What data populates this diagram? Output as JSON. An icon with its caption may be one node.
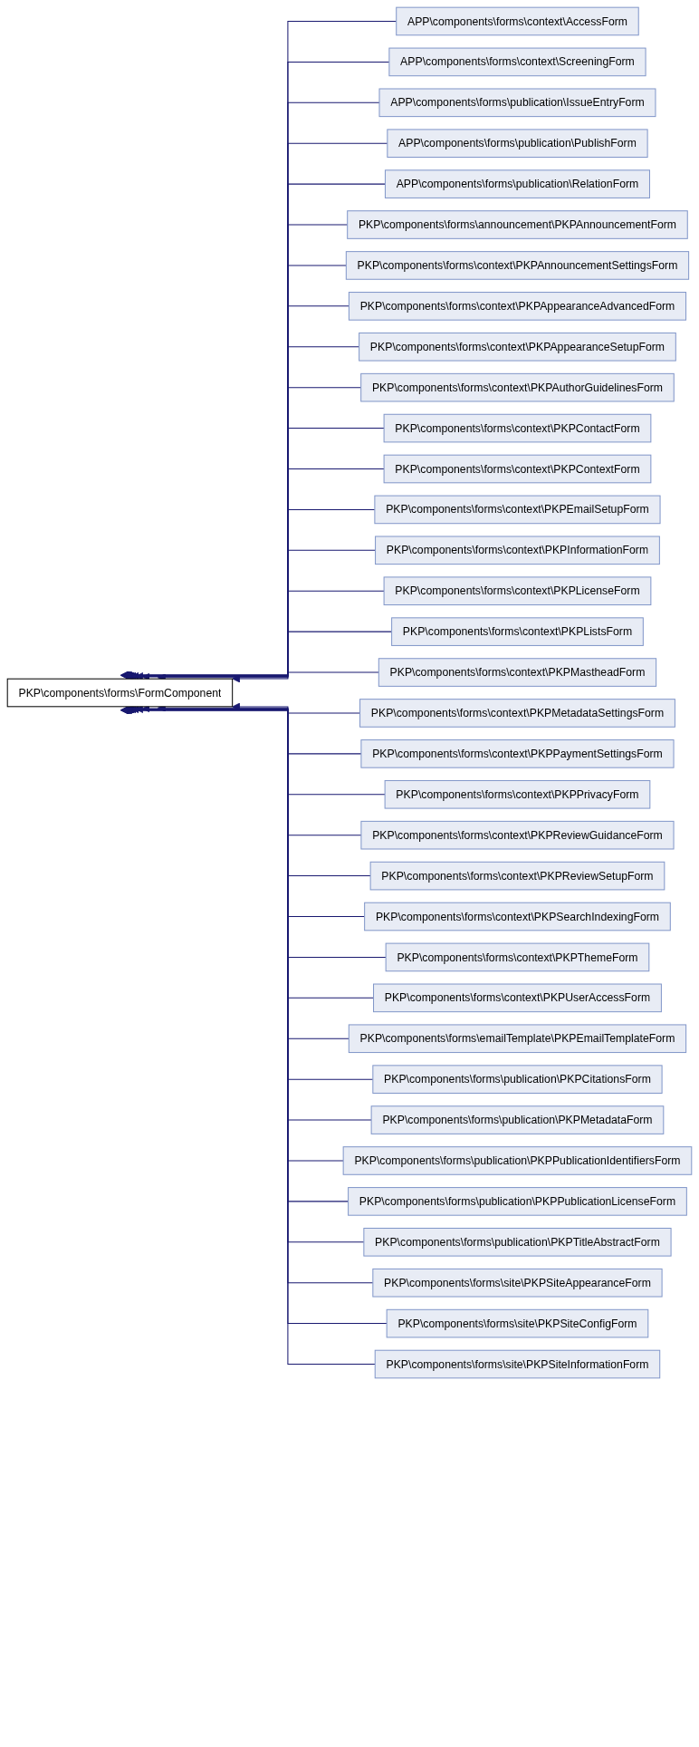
{
  "diagram": {
    "nodes": [
      {
        "text": [
          "PKP\\components\\forms\\FormComponent"
        ]
      },
      {
        "text": [
          "APP\\components\\forms\\context\\AccessForm"
        ]
      },
      {
        "text": [
          "APP\\components\\forms\\context\\ScreeningForm"
        ]
      },
      {
        "text": [
          "APP\\components\\forms\\publication\\IssueEntryForm"
        ]
      },
      {
        "text": [
          "APP\\components\\forms\\publication\\PublishForm"
        ]
      },
      {
        "text": [
          "APP\\components\\forms\\publication\\RelationForm"
        ]
      },
      {
        "text": [
          "PKP\\components\\forms\\announcement\\PKPAnnouncementForm"
        ]
      },
      {
        "text": [
          "PKP\\components\\forms\\context\\PKPAnnouncementSettingsForm"
        ]
      },
      {
        "text": [
          "PKP\\components\\forms\\context\\PKPAppearanceAdvancedForm"
        ]
      },
      {
        "text": [
          "PKP\\components\\forms\\context\\PKPAppearanceSetupForm"
        ]
      },
      {
        "text": [
          "PKP\\components\\forms\\context\\PKPAuthorGuidelinesForm"
        ]
      },
      {
        "text": [
          "PKP\\components\\forms\\context\\PKPContactForm"
        ]
      },
      {
        "text": [
          "PKP\\components\\forms\\context\\PKPContextForm"
        ]
      },
      {
        "text": [
          "PKP\\components\\forms\\context\\PKPEmailSetupForm"
        ]
      },
      {
        "text": [
          "PKP\\components\\forms\\context\\PKPInformationForm"
        ]
      },
      {
        "text": [
          "PKP\\components\\forms\\context\\PKPLicenseForm"
        ]
      },
      {
        "text": [
          "PKP\\components\\forms\\context\\PKPListsForm"
        ]
      },
      {
        "text": [
          "PKP\\components\\forms\\context\\PKPMastheadForm"
        ]
      },
      {
        "text": [
          "PKP\\components\\forms\\context\\PKPMetadataSettingsForm"
        ]
      },
      {
        "text": [
          "PKP\\components\\forms\\context\\PKPPaymentSettingsForm"
        ]
      },
      {
        "text": [
          "PKP\\components\\forms\\context\\PKPPrivacyForm"
        ]
      },
      {
        "text": [
          "PKP\\components\\forms\\context\\PKPReviewGuidanceForm"
        ]
      },
      {
        "text": [
          "PKP\\components\\forms\\context\\PKPReviewSetupForm"
        ]
      },
      {
        "text": [
          "PKP\\components\\forms\\context\\PKPSearchIndexingForm"
        ]
      },
      {
        "text": [
          "PKP\\components\\forms\\context\\PKPThemeForm"
        ]
      },
      {
        "text": [
          "PKP\\components\\forms\\context\\PKPUserAccessForm"
        ]
      },
      {
        "text": [
          "PKP\\components\\forms\\emailTemplate\\PKPEmailTemplateForm"
        ]
      },
      {
        "text": [
          "PKP\\components\\forms\\publication\\PKPCitationsForm"
        ]
      },
      {
        "text": [
          "PKP\\components\\forms\\publication\\PKPMetadataForm"
        ]
      },
      {
        "text": [
          "PKP\\components\\forms\\publication\\PKPPublicationIdentifiersForm"
        ]
      },
      {
        "text": [
          "PKP\\components\\forms\\publication\\PKPPublicationLicenseForm"
        ]
      },
      {
        "text": [
          "PKP\\components\\forms\\publication\\PKPTitleAbstractForm"
        ]
      },
      {
        "text": [
          "PKP\\components\\forms\\site\\PKPSiteAppearanceForm"
        ]
      },
      {
        "text": [
          "PKP\\components\\forms\\site\\PKPSiteConfigForm"
        ]
      },
      {
        "text": [
          "PKP\\components\\forms\\site\\PKPSiteInformationForm"
        ]
      }
    ],
    "edges": [
      {
        "from": 1,
        "to": 0,
        "arrow": "to"
      },
      {
        "from": 2,
        "to": 0,
        "arrow": "to"
      },
      {
        "from": 3,
        "to": 0,
        "arrow": "to"
      },
      {
        "from": 4,
        "to": 0,
        "arrow": "to"
      },
      {
        "from": 5,
        "to": 0,
        "arrow": "to"
      },
      {
        "from": 6,
        "to": 0,
        "arrow": "to"
      },
      {
        "from": 7,
        "to": 0,
        "arrow": "to"
      },
      {
        "from": 8,
        "to": 0,
        "arrow": "to"
      },
      {
        "from": 9,
        "to": 0,
        "arrow": "to"
      },
      {
        "from": 10,
        "to": 0,
        "arrow": "to"
      },
      {
        "from": 11,
        "to": 0,
        "arrow": "to"
      },
      {
        "from": 12,
        "to": 0,
        "arrow": "to"
      },
      {
        "from": 13,
        "to": 0,
        "arrow": "to"
      },
      {
        "from": 14,
        "to": 0,
        "arrow": "to"
      },
      {
        "from": 15,
        "to": 0,
        "arrow": "to"
      },
      {
        "from": 16,
        "to": 0,
        "arrow": "to"
      },
      {
        "from": 17,
        "to": 0,
        "arrow": "to"
      },
      {
        "from": 18,
        "to": 0,
        "arrow": "to"
      },
      {
        "from": 19,
        "to": 0,
        "arrow": "to"
      },
      {
        "from": 20,
        "to": 0,
        "arrow": "to"
      },
      {
        "from": 21,
        "to": 0,
        "arrow": "to"
      },
      {
        "from": 22,
        "to": 0,
        "arrow": "to"
      },
      {
        "from": 23,
        "to": 0,
        "arrow": "to"
      },
      {
        "from": 24,
        "to": 0,
        "arrow": "to"
      },
      {
        "from": 25,
        "to": 0,
        "arrow": "to"
      },
      {
        "from": 26,
        "to": 0,
        "arrow": "to"
      },
      {
        "from": 27,
        "to": 0,
        "arrow": "to"
      },
      {
        "from": 28,
        "to": 0,
        "arrow": "to"
      },
      {
        "from": 29,
        "to": 0,
        "arrow": "to"
      },
      {
        "from": 30,
        "to": 0,
        "arrow": "to"
      },
      {
        "from": 31,
        "to": 0,
        "arrow": "to"
      },
      {
        "from": 32,
        "to": 0,
        "arrow": "to"
      },
      {
        "from": 33,
        "to": 0,
        "arrow": "to"
      },
      {
        "from": 34,
        "to": 0,
        "arrow": "to"
      }
    ]
  }
}
